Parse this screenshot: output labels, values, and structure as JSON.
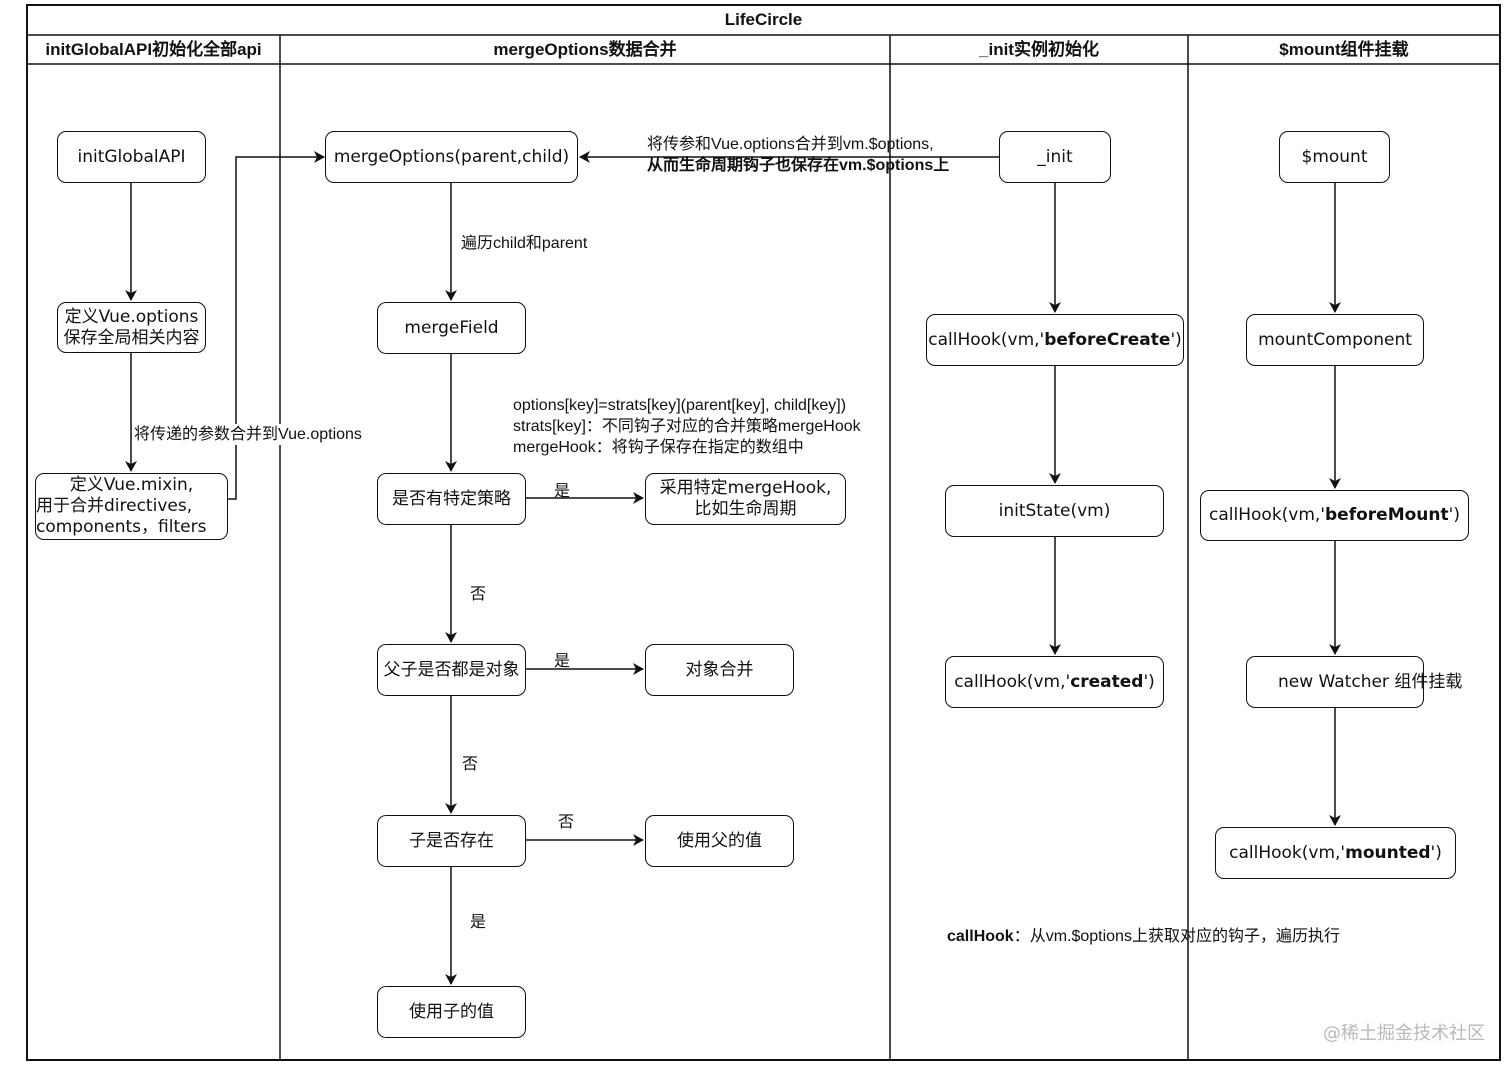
{
  "title": "LifeCircle",
  "lanes": [
    {
      "header": "initGlobalAPI初始化全部api"
    },
    {
      "header": "mergeOptions数据合并"
    },
    {
      "header": "_init实例初始化"
    },
    {
      "header": "$mount组件挂载"
    }
  ],
  "nodes": {
    "initGlobalAPI": "initGlobalAPI",
    "defineOptions": [
      "定义Vue.options",
      "保存全局相关内容"
    ],
    "defineMixin": [
      "定义Vue.mixin,",
      "用于合并directives,",
      "components，filters"
    ],
    "mergeOptions": "mergeOptions(parent,child)",
    "mergeField": "mergeField",
    "hasStrategy": "是否有特定策略",
    "useMergeHook": [
      "采用特定mergeHook,",
      "比如生命周期"
    ],
    "bothObjects": "父子是否都是对象",
    "objectMerge": "对象合并",
    "childExists": "子是否存在",
    "useParent": "使用父的值",
    "useChild": "使用子的值",
    "init": "_init",
    "beforeCreate": {
      "prefix": "callHook(vm,'",
      "hook": "beforeCreate",
      "suffix": "')"
    },
    "initState": "initState(vm)",
    "created": {
      "prefix": "callHook(vm,'",
      "hook": "created",
      "suffix": "')"
    },
    "mount": "$mount",
    "mountComponent": "mountComponent",
    "beforeMount": {
      "prefix": "callHook(vm,'",
      "hook": "beforeMount",
      "suffix": "')"
    },
    "newWatcher": "new Watcher 组件挂载",
    "mounted": {
      "prefix": "callHook(vm,'",
      "hook": "mounted",
      "suffix": "')"
    }
  },
  "labels": {
    "mergeToVueOptions": "将传递的参数合并到Vue.options",
    "iterate": "遍历child和parent",
    "initArrowLine1": "将传参和Vue.options合并到vm.$options,",
    "initArrowLine2": "从而生命周期钩子也保存在vm.$options上",
    "strats1": "options[key]=strats[key](parent[key], child[key])",
    "strats2": "strats[key]：不同钩子对应的合并策略mergeHook",
    "strats3": "mergeHook：将钩子保存在指定的数组中",
    "callHookTerm": "callHook",
    "callHookDesc": "：从vm.$options上获取对应的钩子，遍历执行"
  },
  "edges": {
    "yes": "是",
    "no": "否"
  },
  "watermark": "@稀土掘金技术社区"
}
